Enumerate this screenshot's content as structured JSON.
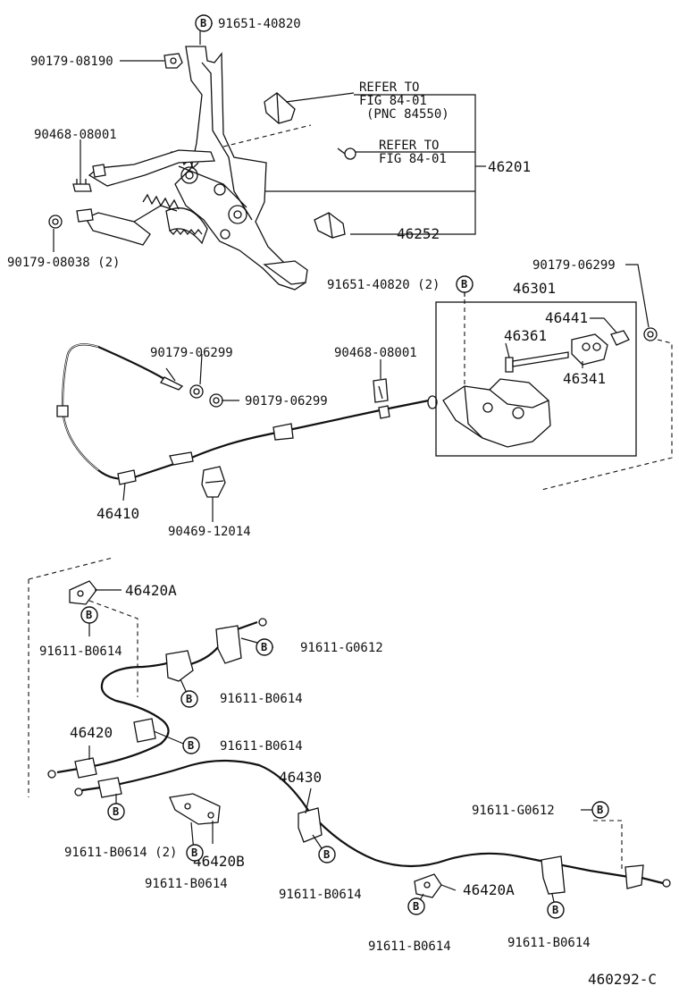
{
  "labels": {
    "b_91651_top": "91651-40820",
    "p_90179_08190": "90179-08190",
    "p_90468_08001_top": "90468-08001",
    "p_90179_08038": "90179-08038 (2)",
    "refer1_line1": "REFER TO",
    "refer1_line2": "FIG 84-01",
    "refer1_line3": "(PNC 84550)",
    "refer2_line1": "REFER TO",
    "refer2_line2": "FIG 84-01",
    "p_46201": "46201",
    "p_46252": "46252",
    "p_90179_06299_right": "90179-06299",
    "b_91651_mid": "91651-40820 (2)",
    "p_46301": "46301",
    "p_46441": "46441",
    "p_46361": "46361",
    "p_46341": "46341",
    "p_90179_06299_a": "90179-06299",
    "p_90179_06299_b": "90179-06299",
    "p_90468_08001_mid": "90468-08001",
    "p_46410": "46410",
    "p_90469_12014": "90469-12014",
    "p_46420A_top": "46420A",
    "b_91611_B0614_a": "91611-B0614",
    "b_91611_G0612_a": "91611-G0612",
    "b_91611_B0614_b": "91611-B0614",
    "p_46420": "46420",
    "b_91611_B0614_c": "91611-B0614",
    "p_46430": "46430",
    "b_91611_G0612_b": "91611-G0612",
    "b_91611_B0614_d": "91611-B0614 (2)",
    "p_46420B": "46420B",
    "b_91611_B0614_e": "91611-B0614",
    "b_91611_B0614_f": "91611-B0614",
    "p_46420A_bottom": "46420A",
    "b_91611_B0614_g": "91611-B0614",
    "b_91611_B0614_h": "91611-B0614",
    "figure_code": "460292-C"
  },
  "badge_letter": "B"
}
